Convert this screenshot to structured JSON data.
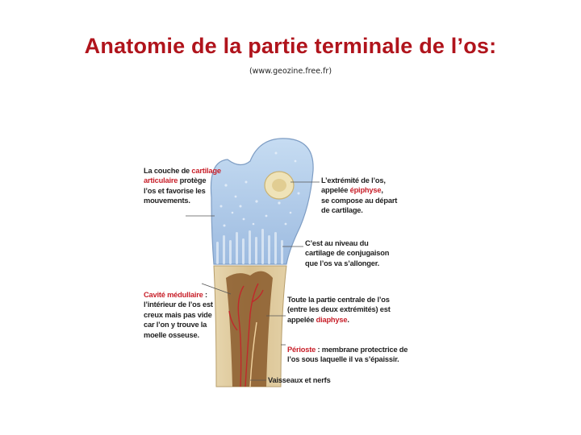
{
  "title": "Anatomie de la partie terminale de l’os:",
  "source": "(www.geozine.free.fr)",
  "labels": {
    "cartilage": {
      "pre": "La couche de ",
      "hl1": "cartilage",
      "hl2": "articulaire",
      "post": " protège",
      "line3": "l’os et favorise les",
      "line4": "mouvements."
    },
    "cavite": {
      "hl": "Cavité médullaire",
      "post": " :",
      "line2": "l’intérieur de l’os est",
      "line3": "creux mais pas vide",
      "line4": "car l’on y trouve la",
      "line5": "moelle osseuse."
    },
    "epiphyse": {
      "line1": "L’extrémité de l’os,",
      "pre": "appelée ",
      "hl": "épiphyse",
      "post": ",",
      "line3": "se compose au départ",
      "line4": "de cartilage."
    },
    "conjugaison": {
      "line1": "C’est au niveau du",
      "line2": "cartilage de conjugaison",
      "line3": "que l’os va s’allonger."
    },
    "diaphyse": {
      "line1": "Toute la partie centrale de l’os",
      "line2": "(entre les deux extrémités) est",
      "pre": "appelée ",
      "hl": "diaphyse",
      "post": "."
    },
    "perioste": {
      "hl": "Périoste",
      "post": " : membrane protectrice de",
      "line2": "l’os sous laquelle il va s’épaissir."
    },
    "vaisseaux": {
      "line1": "Vaisseaux et nerfs"
    }
  },
  "colors": {
    "title": "#b0141c",
    "highlight": "#c8202a",
    "cartilage": "#a9c6e6",
    "bone": "#d8c49a",
    "marrow": "#8a5a2b",
    "vessel": "#c0292b"
  }
}
